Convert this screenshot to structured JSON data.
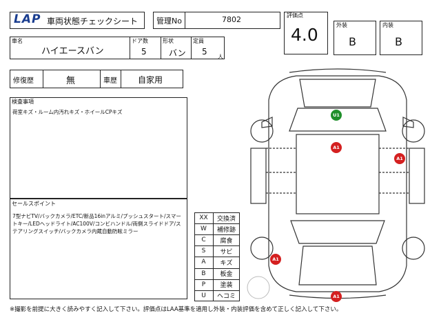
{
  "header": {
    "logo_text": "LAP",
    "sheet_title": "車両状態チェックシート",
    "mgmt_label": "管理No",
    "mgmt_value": "7802"
  },
  "rating": {
    "score_label": "評価点",
    "score_value": "4.0",
    "exterior_label": "外装",
    "exterior_value": "B",
    "interior_label": "内装",
    "interior_value": "B"
  },
  "vehicle": {
    "name_label": "車名",
    "name_value": "ハイエースバン",
    "doors_label": "ドア数",
    "doors_value": "5",
    "shape_label": "形状",
    "shape_value": "バン",
    "capacity_label": "定員",
    "capacity_value": "5",
    "capacity_unit": "人"
  },
  "history": {
    "repair_label": "修復歴",
    "repair_value": "無",
    "usage_label": "車歴",
    "usage_value": "自家用"
  },
  "notes": {
    "label": "検査事項",
    "text": "荷室キズ・ルーム内汚れキズ・ホイールCPキズ"
  },
  "sales": {
    "label": "セールスポイント",
    "text": "7型ナビTV/バックカメラ/ETC/新品16inアルミ/プッシュスタート/スマートキー/LEDヘッドライト/AC100V/コンビハンドル/両側スライドドア/ステアリングスイッチ/バックカメラ内蔵自動防眩ミラー"
  },
  "legend": [
    {
      "code": "XX",
      "meaning": "交換済"
    },
    {
      "code": "W",
      "meaning": "補修跡"
    },
    {
      "code": "C",
      "meaning": "腐食"
    },
    {
      "code": "S",
      "meaning": "サビ"
    },
    {
      "code": "A",
      "meaning": "キズ"
    },
    {
      "code": "B",
      "meaning": "板金"
    },
    {
      "code": "P",
      "meaning": "塗装"
    },
    {
      "code": "U",
      "meaning": "ヘコミ"
    }
  ],
  "damage_marks": [
    {
      "code": "U1",
      "color": "#1f8f2a"
    },
    {
      "code": "A1",
      "color": "#d42020"
    },
    {
      "code": "A1",
      "color": "#d42020"
    },
    {
      "code": "A1",
      "color": "#d42020"
    },
    {
      "code": "A1",
      "color": "#d42020"
    }
  ],
  "footer": {
    "note": "※撮影を前提に大きく読みやすく記入して下さい。評価点はLAA基準を適用し外装・内装評価を含めて正しく記入して下さい。"
  }
}
